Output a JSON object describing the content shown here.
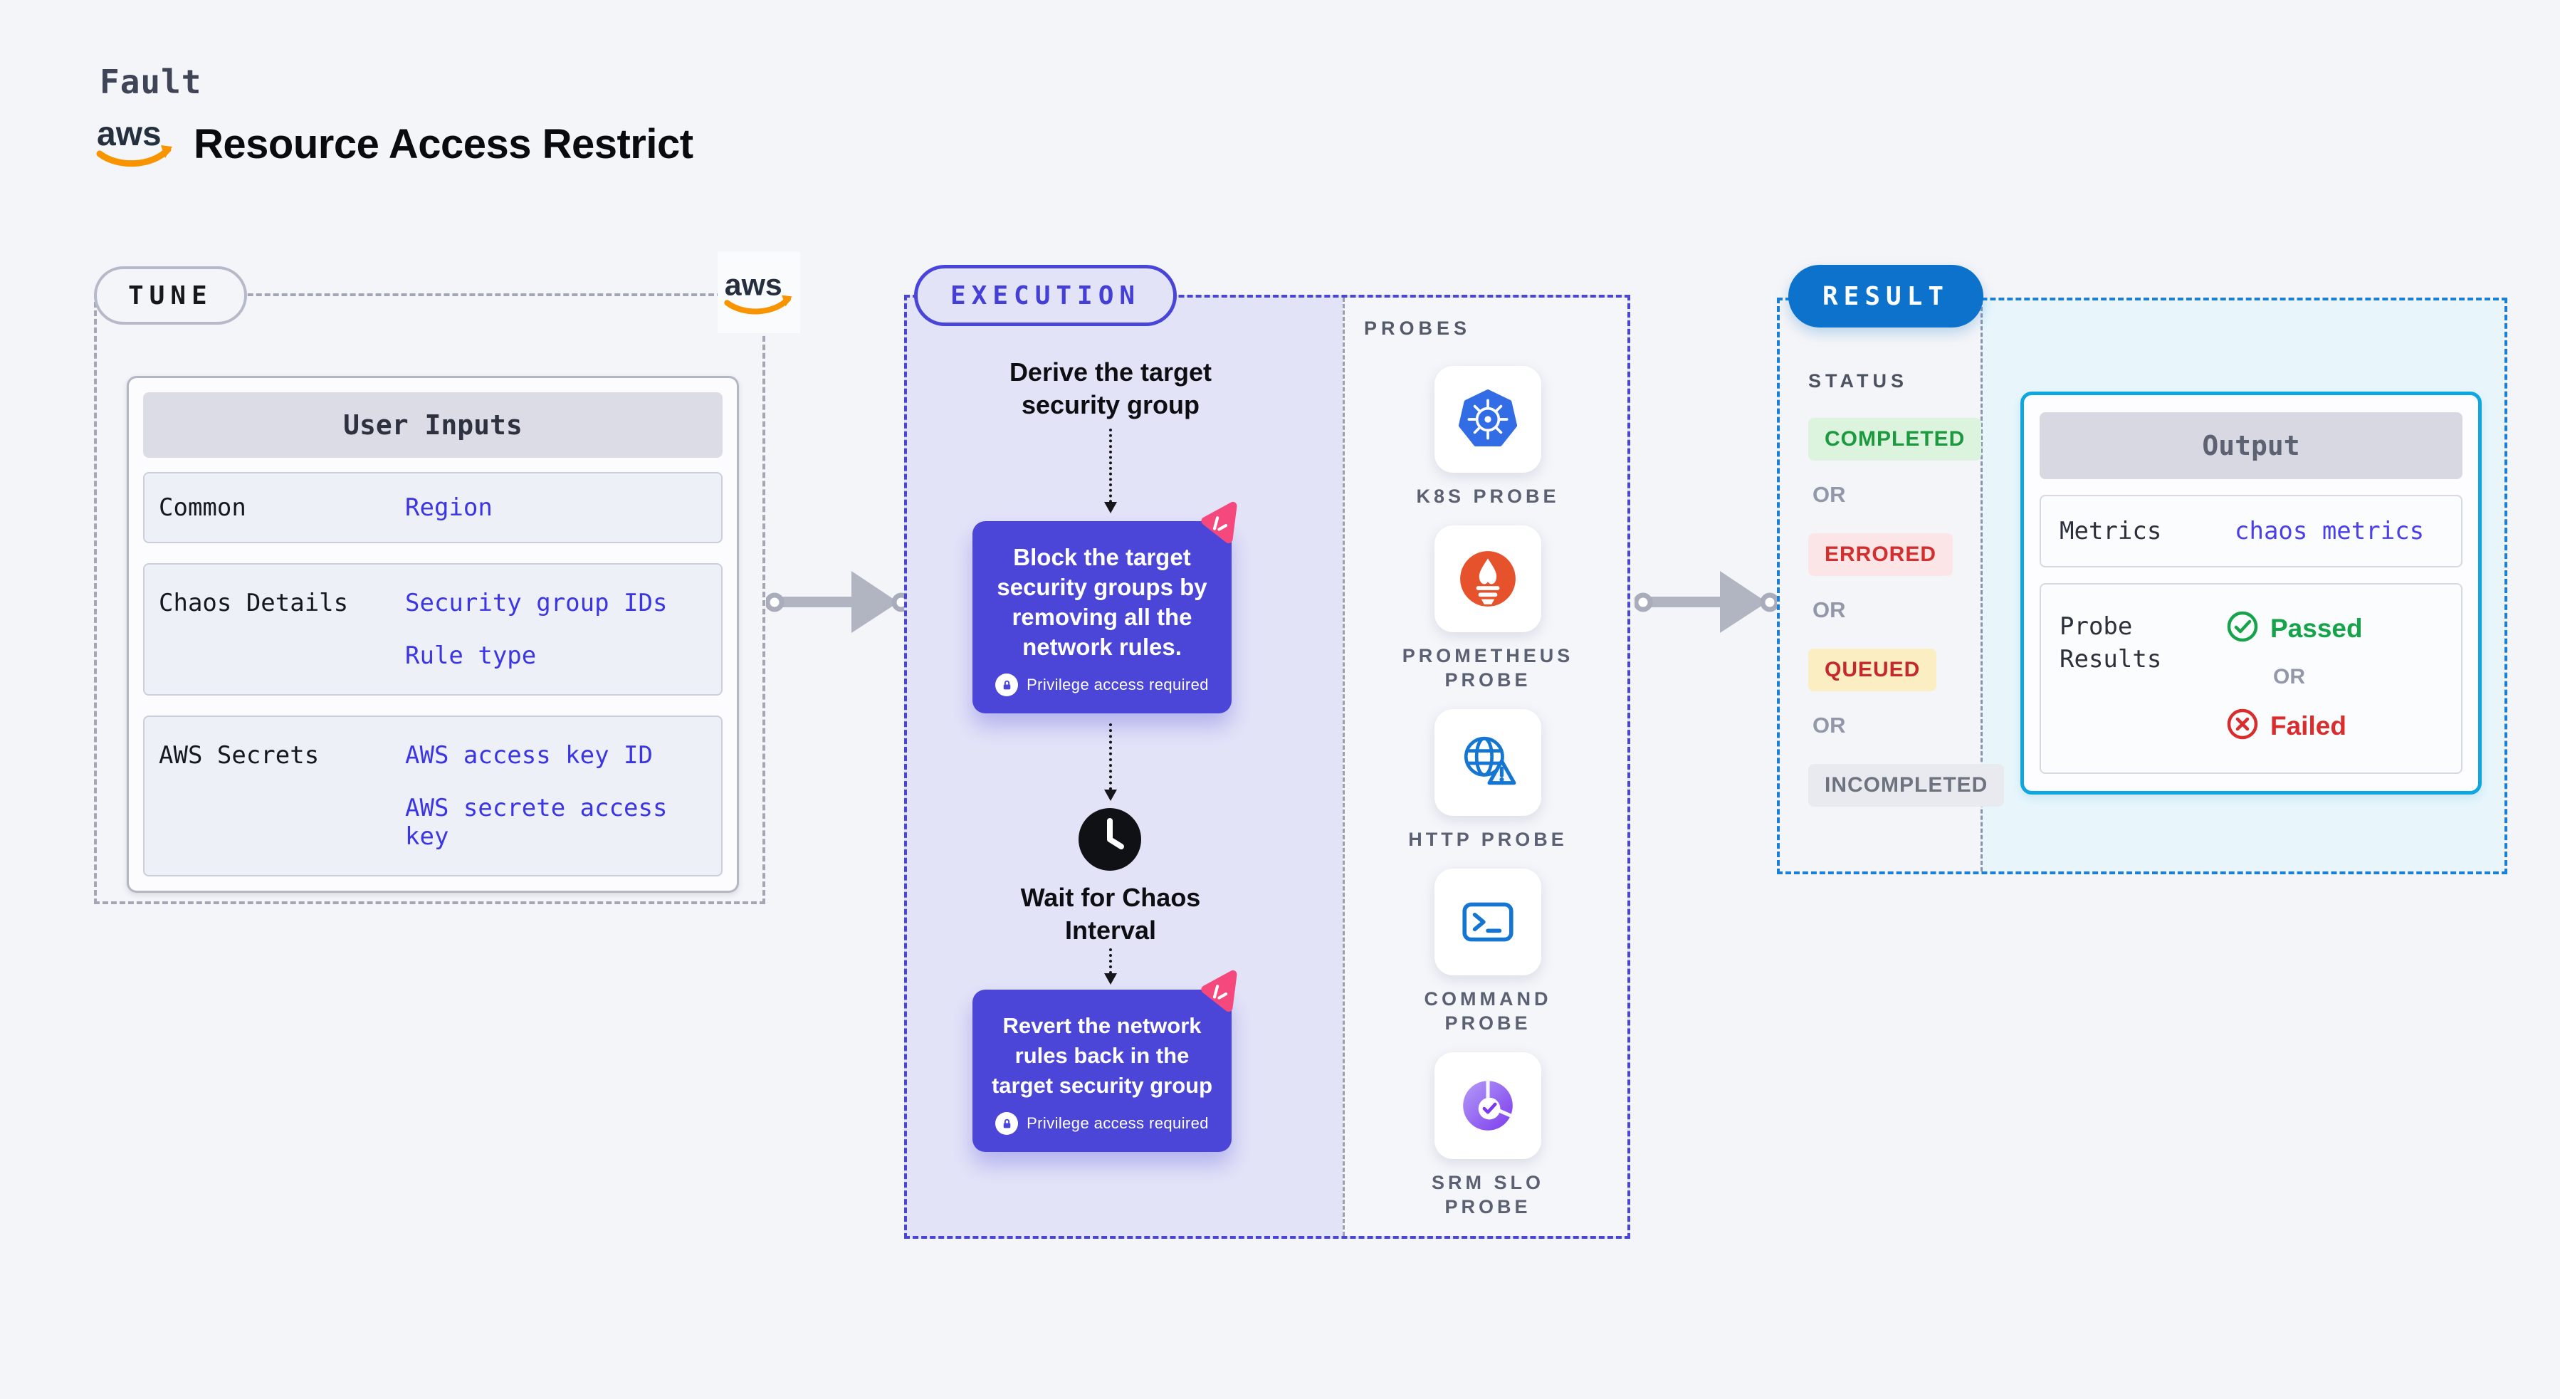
{
  "page": {
    "eyebrow": "Fault",
    "title": "Resource Access Restrict"
  },
  "colors": {
    "page_bg": "#f4f5f8",
    "indigo_box": "#4b46d8",
    "indigo_dash": "#4b46cf",
    "lavender_bg": "#e3e3f8",
    "result_pill_blue": "#0d72cc",
    "result_dash_blue": "#1b7fd6",
    "output_border_cyan": "#10a7e1",
    "output_bg_cyan": "#e8f6fc",
    "value_blue": "#3b35e3",
    "success_green": "#1d9a3f",
    "error_red": "#d32f2f",
    "queued_red": "#c5282d",
    "muted_gray": "#6e7380",
    "chaos_pink": "#f5497e",
    "arrow_gray": "#b1b5c2",
    "aws_orange": "#f79400"
  },
  "icons": {
    "aws_logo": "aws-smile-logo",
    "kubernetes": "kubernetes-wheel-icon",
    "prometheus": "prometheus-torch-icon",
    "http": "globe-warning-icon",
    "command": "terminal-icon",
    "srm_slo": "pie-check-icon",
    "clock": "clock-icon",
    "lock": "lock-icon",
    "chaos": "chaos-triangle-icon",
    "passed": "check-circle-icon",
    "failed": "x-circle-icon"
  },
  "tune": {
    "pill": "TUNE",
    "table": {
      "title": "User Inputs",
      "rows": [
        {
          "label": "Common",
          "values": [
            "Region"
          ]
        },
        {
          "label": "Chaos Details",
          "values": [
            "Security group IDs",
            "Rule type"
          ]
        },
        {
          "label": "AWS Secrets",
          "values": [
            "AWS access key ID",
            "AWS secrete access key"
          ]
        }
      ]
    }
  },
  "execution": {
    "pill": "EXECUTION",
    "derive_text": "Derive the target\nsecurity group",
    "block_text": "Block the target\nsecurity groups by\nremoving all the\nnetwork rules.",
    "wait_text": "Wait for Chaos\nInterval",
    "revert_text": "Revert the network\nrules back in the\ntarget security group",
    "privilege_note": "Privilege access required",
    "probes_heading": "PROBES",
    "probes": [
      {
        "label": "K8S PROBE",
        "icon": "kubernetes-icon"
      },
      {
        "label": "PROMETHEUS PROBE",
        "icon": "prometheus-icon"
      },
      {
        "label": "HTTP PROBE",
        "icon": "http-globe-warning-icon"
      },
      {
        "label": "COMMAND PROBE",
        "icon": "terminal-icon"
      },
      {
        "label": "SRM SLO PROBE",
        "icon": "slo-pie-check-icon"
      }
    ]
  },
  "result": {
    "pill": "RESULT",
    "status_heading": "STATUS",
    "or": "OR",
    "statuses": [
      {
        "label": "COMPLETED",
        "type": "success"
      },
      {
        "label": "ERRORED",
        "type": "error"
      },
      {
        "label": "QUEUED",
        "type": "warn"
      },
      {
        "label": "INCOMPLETED",
        "type": "muted"
      }
    ],
    "output": {
      "title": "Output",
      "metrics_label": "Metrics",
      "metrics_value": "chaos metrics",
      "probe_results_label": "Probe Results",
      "passed": "Passed",
      "or": "OR",
      "failed": "Failed"
    }
  }
}
